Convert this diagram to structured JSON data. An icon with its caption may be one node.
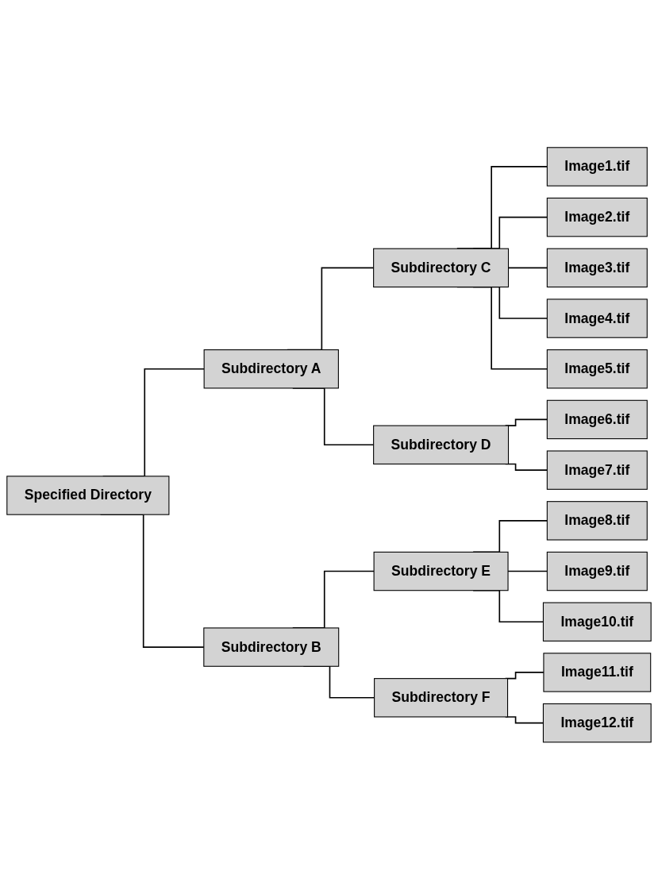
{
  "diagram": {
    "nodes": [
      {
        "text": [
          "Specified Directory"
        ]
      },
      {
        "text": [
          "Subdirectory A"
        ]
      },
      {
        "text": [
          "Subdirectory C"
        ]
      },
      {
        "text": [
          "Image1.tif"
        ]
      },
      {
        "text": [
          "Image2.tif"
        ]
      },
      {
        "text": [
          "Image3.tif"
        ]
      },
      {
        "text": [
          "Image4.tif"
        ]
      },
      {
        "text": [
          "Image5.tif"
        ]
      },
      {
        "text": [
          "Subdirectory D"
        ]
      },
      {
        "text": [
          "Image6.tif"
        ]
      },
      {
        "text": [
          "Image7.tif"
        ]
      },
      {
        "text": [
          "Subdirectory B"
        ]
      },
      {
        "text": [
          "Subdirectory E"
        ]
      },
      {
        "text": [
          "Image8.tif"
        ]
      },
      {
        "text": [
          "Image9.tif"
        ]
      },
      {
        "text": [
          "Image10.tif"
        ]
      },
      {
        "text": [
          "Subdirectory F"
        ]
      },
      {
        "text": [
          "Image11.tif"
        ]
      },
      {
        "text": [
          "Image12.tif"
        ]
      }
    ],
    "edges": [
      {
        "from": 0,
        "to": 1,
        "arrow": "none"
      },
      {
        "from": 1,
        "to": 2,
        "arrow": "none"
      },
      {
        "from": 2,
        "to": 3,
        "arrow": "none"
      },
      {
        "from": 2,
        "to": 4,
        "arrow": "none"
      },
      {
        "from": 2,
        "to": 5,
        "arrow": "none"
      },
      {
        "from": 2,
        "to": 6,
        "arrow": "none"
      },
      {
        "from": 2,
        "to": 7,
        "arrow": "none"
      },
      {
        "from": 1,
        "to": 8,
        "arrow": "none"
      },
      {
        "from": 8,
        "to": 9,
        "arrow": "none"
      },
      {
        "from": 8,
        "to": 10,
        "arrow": "none"
      },
      {
        "from": 0,
        "to": 11,
        "arrow": "none"
      },
      {
        "from": 11,
        "to": 12,
        "arrow": "none"
      },
      {
        "from": 12,
        "to": 13,
        "arrow": "none"
      },
      {
        "from": 12,
        "to": 14,
        "arrow": "none"
      },
      {
        "from": 12,
        "to": 15,
        "arrow": "none"
      },
      {
        "from": 11,
        "to": 16,
        "arrow": "none"
      },
      {
        "from": 16,
        "to": 17,
        "arrow": "none"
      },
      {
        "from": 16,
        "to": 18,
        "arrow": "none"
      }
    ]
  }
}
